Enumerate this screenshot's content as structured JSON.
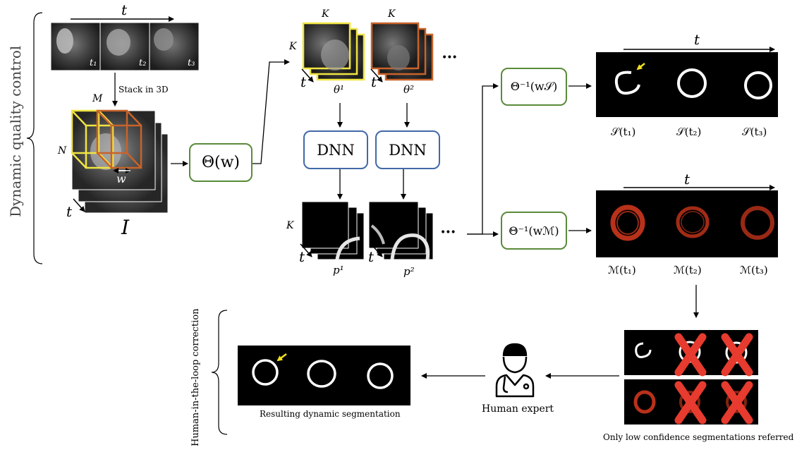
{
  "sections": {
    "top_label": "Dynamic quality control",
    "bottom_label": "Human-in-the-loop correction"
  },
  "input": {
    "time_label": "t",
    "frames": [
      "t₁",
      "t₂",
      "t₃"
    ],
    "stack_label": "Stack in 3D",
    "dim_m": "M",
    "dim_n": "N",
    "width_label": "w",
    "time_axis": "t",
    "image_label": "I"
  },
  "patch_op": {
    "label": "Θ(w)"
  },
  "patches": [
    {
      "k_top": "K",
      "k_side": "K",
      "time": "t",
      "label": "θ¹"
    },
    {
      "k_top": "K",
      "time": "t",
      "label": "θ²"
    }
  ],
  "ellipsis": "•••",
  "dnn": [
    {
      "label": "DNN"
    },
    {
      "label": "DNN"
    }
  ],
  "predictions": [
    {
      "k_side": "K",
      "time": "t",
      "label": "p¹"
    },
    {
      "time": "t",
      "label": "p²"
    }
  ],
  "inverse_ops": {
    "segmentation": "Θ⁻¹(w𝒮)",
    "confidence": "Θ⁻¹(wℳ)"
  },
  "segmentation_panel": {
    "time_label": "t",
    "frames": [
      "𝒮(t₁)",
      "𝒮(t₂)",
      "𝒮(t₃)"
    ]
  },
  "confidence_panel": {
    "time_label": "t",
    "frames": [
      "ℳ(t₁)",
      "ℳ(t₂)",
      "ℳ(t₃)"
    ]
  },
  "referral": {
    "caption": "Only low confidence segmentations referred"
  },
  "expert": {
    "label": "Human expert"
  },
  "result": {
    "caption": "Resulting dynamic segmentation"
  },
  "colors": {
    "arrow_highlight": "#f2e020",
    "patch_yellow": "#f0e442",
    "patch_orange": "#c8632a",
    "box_green": "#5a8a3a",
    "box_blue": "#4169a6",
    "cross_red": "#e63b2e",
    "confidence_red": "#d83a1e"
  }
}
